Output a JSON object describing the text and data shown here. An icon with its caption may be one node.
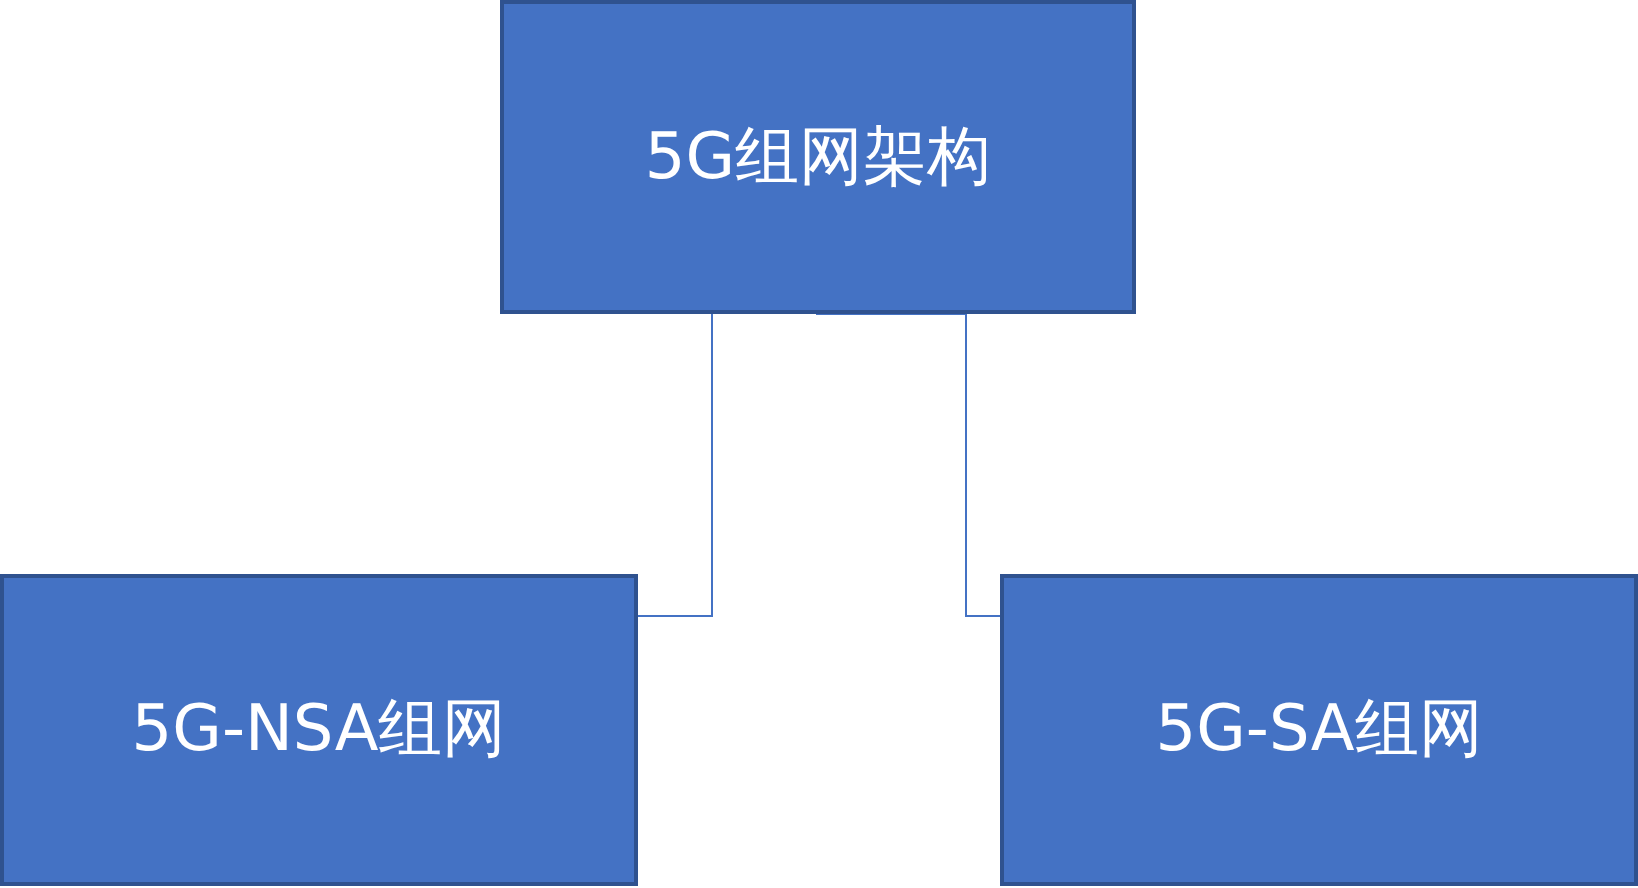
{
  "diagram": {
    "nodes": [
      {
        "text": [
          "5G组网架构"
        ]
      },
      {
        "text": [
          "5G-NSA组网"
        ]
      },
      {
        "text": [
          "5G-SA组网"
        ]
      }
    ],
    "edges": [
      {
        "from": 0,
        "to": 1,
        "arrow": "none"
      },
      {
        "from": 0,
        "to": 2,
        "arrow": "none"
      }
    ]
  }
}
